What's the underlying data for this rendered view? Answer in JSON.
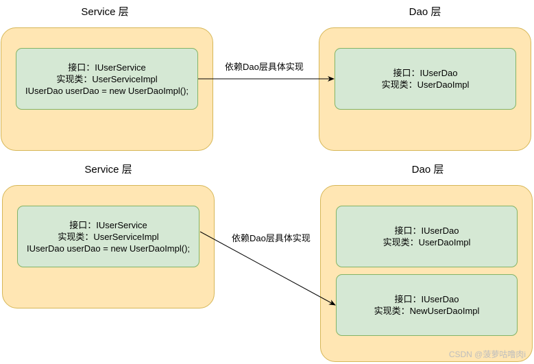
{
  "top": {
    "service_title": "Service 层",
    "dao_title": "Dao 层",
    "service_box": {
      "line1": "接口：IUserService",
      "line2": "实现类：UserServiceImpl",
      "line3": "IUserDao userDao = new UserDaoImpl();"
    },
    "dao_box": {
      "line1": "接口：IUserDao",
      "line2": "实现类：UserDaoImpl"
    },
    "arrow_label": "依赖Dao层具体实现"
  },
  "bottom": {
    "service_title": "Service 层",
    "dao_title": "Dao 层",
    "service_box": {
      "line1": "接口：IUserService",
      "line2": "实现类：UserServiceImpl",
      "line3": "IUserDao userDao = new UserDaoImpl();"
    },
    "dao_box_1": {
      "line1": "接口：IUserDao",
      "line2": "实现类：UserDaoImpl"
    },
    "dao_box_2": {
      "line1": "接口：IUserDao",
      "line2": "实现类：NewUserDaoImpl"
    },
    "arrow_label": "依赖Dao层具体实现"
  },
  "watermark": "CSDN @菠萝咕噜肉i",
  "colors": {
    "layer_fill": "#ffe6b3",
    "layer_border": "#d6b656",
    "class_fill": "#d5e8d4",
    "class_border": "#82b366"
  }
}
